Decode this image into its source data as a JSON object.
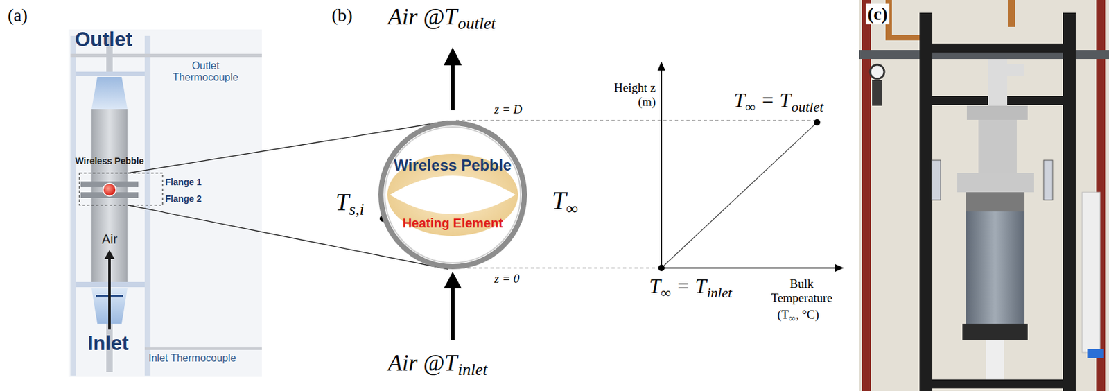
{
  "diagram": {
    "nodes": [
      {
        "text": [
          "Wireless Pebble"
        ]
      },
      {
        "text": [
          "Heating Element"
        ],
        "in": 0
      }
    ],
    "labels": [
      "(a)",
      "Outlet",
      "Outlet Thermocouple",
      "Wireless Pebble",
      "Flange 1",
      "Flange 2",
      "Air",
      "Inlet",
      "Inlet Thermocouple",
      "(b)",
      "Air @T",
      "outlet",
      "z = D",
      "T",
      "s,i",
      "T",
      "∞",
      "z = 0",
      "Air @T",
      "inlet",
      "Height z (m)",
      "T",
      "∞",
      "= T",
      "outlet",
      "T",
      "∞",
      "= T",
      "inlet",
      "Bulk Temperature",
      "(T",
      "∞",
      ", °C)",
      "(c)"
    ]
  }
}
